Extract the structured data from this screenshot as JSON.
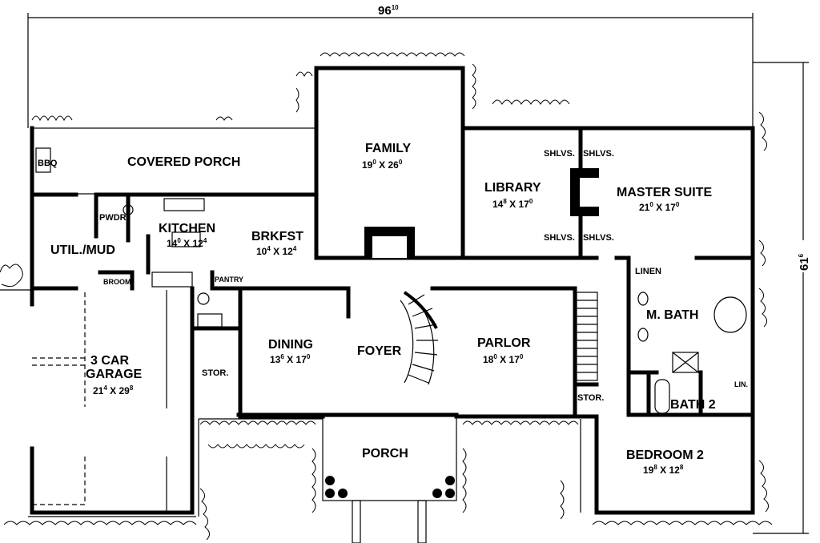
{
  "plan": {
    "overall_width": {
      "main": "96",
      "sup": "10"
    },
    "overall_depth": {
      "main": "61",
      "sup": "6"
    }
  },
  "rooms": {
    "covered_porch": {
      "name": "COVERED PORCH"
    },
    "bbq": {
      "name": "BBQ"
    },
    "pwdr": {
      "name": "PWDR."
    },
    "kitchen": {
      "name": "KITCHEN",
      "w": "14",
      "wi": "0",
      "h": "12",
      "hi": "4"
    },
    "util_mud": {
      "name": "UTIL./MUD"
    },
    "brkfst": {
      "name": "BRKFST",
      "w": "10",
      "wi": "4",
      "h": "12",
      "hi": "4"
    },
    "broom": {
      "name": "BROOM"
    },
    "pantry": {
      "name": "PANTRY"
    },
    "family": {
      "name": "FAMILY",
      "w": "19",
      "wi": "0",
      "h": "26",
      "hi": "0"
    },
    "library": {
      "name": "LIBRARY",
      "w": "14",
      "wi": "8",
      "h": "17",
      "hi": "0"
    },
    "shelves": [
      "SHLVS.",
      "SHLVS.",
      "SHLVS.",
      "SHLVS."
    ],
    "master_suite": {
      "name": "MASTER SUITE",
      "w": "21",
      "wi": "0",
      "h": "17",
      "hi": "0"
    },
    "linen": {
      "name": "LINEN"
    },
    "m_bath": {
      "name": "M. BATH"
    },
    "bath2": {
      "name": "BATH 2"
    },
    "lin": {
      "name": "LIN."
    },
    "garage": {
      "name1": "3 CAR",
      "name2": "GARAGE",
      "w": "21",
      "wi": "4",
      "h": "29",
      "hi": "8"
    },
    "stor_left": {
      "name": "STOR."
    },
    "dining": {
      "name": "DINING",
      "w": "13",
      "wi": "6",
      "h": "17",
      "hi": "0"
    },
    "foyer": {
      "name": "FOYER"
    },
    "parlor": {
      "name": "PARLOR",
      "w": "18",
      "wi": "0",
      "h": "17",
      "hi": "0"
    },
    "stor_right": {
      "name": "STOR."
    },
    "porch": {
      "name": "PORCH"
    },
    "bedroom2": {
      "name": "BEDROOM 2",
      "w": "19",
      "wi": "8",
      "h": "12",
      "hi": "8"
    }
  }
}
